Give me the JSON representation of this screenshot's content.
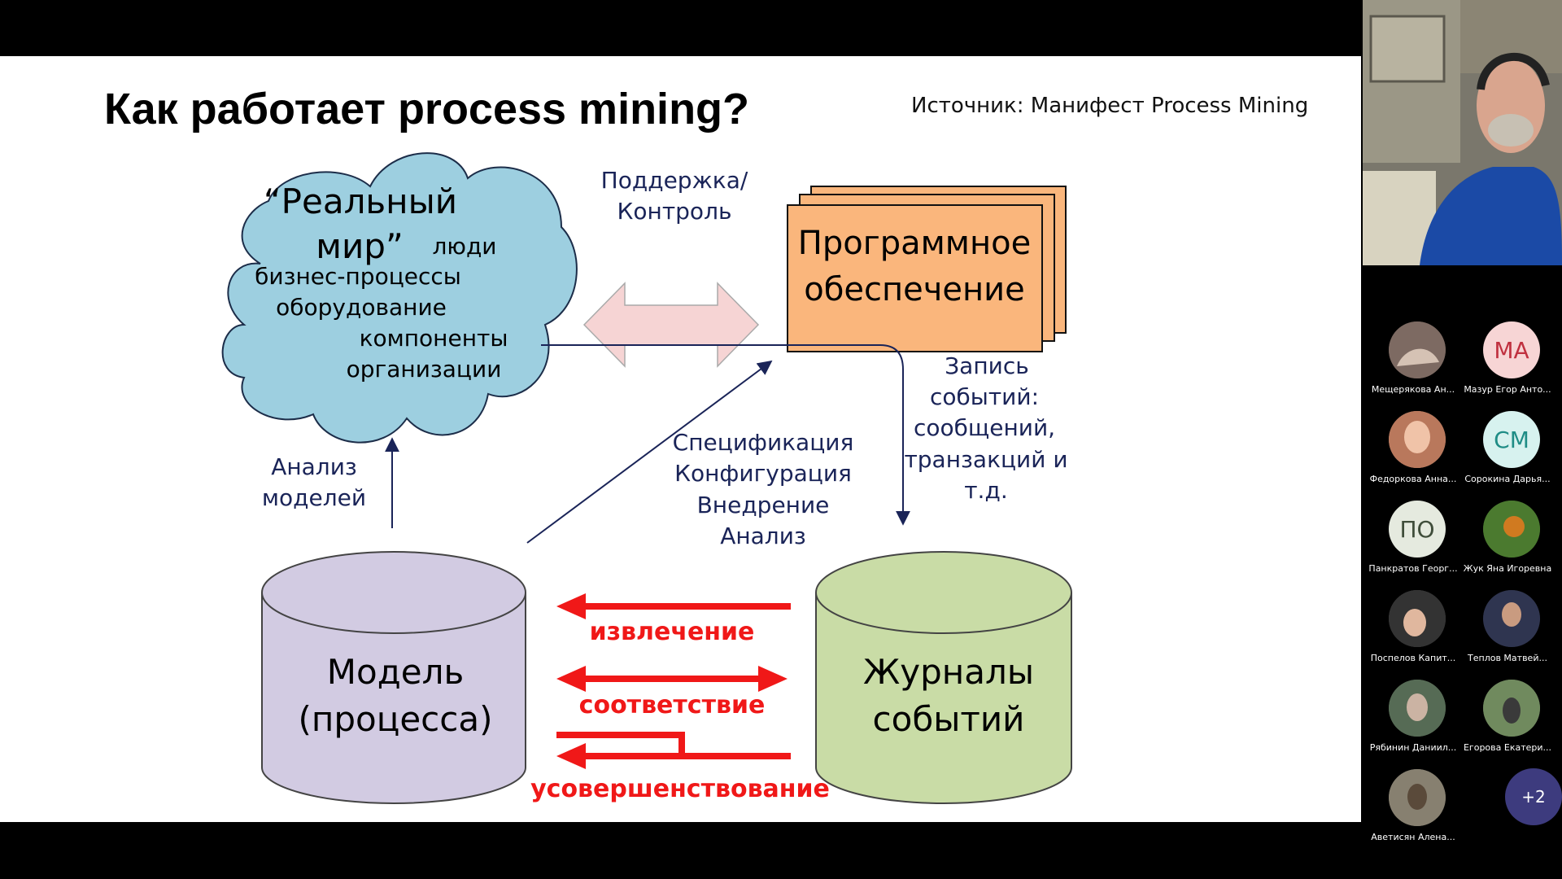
{
  "slide": {
    "title": "Как работает process mining?",
    "source": "Источник: Манифест Process Mining",
    "cloud": {
      "title_line1": "“Реальный",
      "title_line2": "мир”",
      "items": [
        "люди",
        "бизнес-процессы",
        "оборудование",
        "компоненты",
        "организации"
      ]
    },
    "support_label": [
      "Поддержка/",
      "Контроль"
    ],
    "software_label": [
      "Программное",
      "обеспечение"
    ],
    "event_record_label": [
      "Запись",
      "событий:",
      "сообщений,",
      "транзакций и",
      "т.д."
    ],
    "spec_label": [
      "Спецификация",
      "Конфигурация",
      "Внедрение",
      "Анализ"
    ],
    "analysis_label": [
      "Анализ",
      "моделей"
    ],
    "model_label": [
      "Модель",
      "(процесса)"
    ],
    "logs_label": [
      "Журналы",
      "событий"
    ],
    "extraction_label": "извлечение",
    "conformance_label": "соответствие",
    "enhancement_label": "усовершенствование",
    "colors": {
      "cloud": "#9dcfe0",
      "software": "#fab67c",
      "model": "#d2cbe2",
      "logs": "#c9dca6",
      "red": "#f01818",
      "navy": "#1a2458"
    }
  },
  "participants": [
    {
      "name": "Мещерякова Ан...",
      "initials": ""
    },
    {
      "name": "Мазур Егор Анто...",
      "initials": "МА"
    },
    {
      "name": "Федоркова Анна...",
      "initials": ""
    },
    {
      "name": "Сорокина Дарья...",
      "initials": "СМ"
    },
    {
      "name": "Панкратов Георг...",
      "initials": "ПО"
    },
    {
      "name": "Жук Яна Игоревна",
      "initials": ""
    },
    {
      "name": "Поспелов Капит...",
      "initials": ""
    },
    {
      "name": "Теплов Матвей...",
      "initials": ""
    },
    {
      "name": "Рябинин Даниил...",
      "initials": ""
    },
    {
      "name": "Егорова Екатери...",
      "initials": ""
    },
    {
      "name": "Аветисян Алена...",
      "initials": ""
    }
  ],
  "more_count": "+2"
}
